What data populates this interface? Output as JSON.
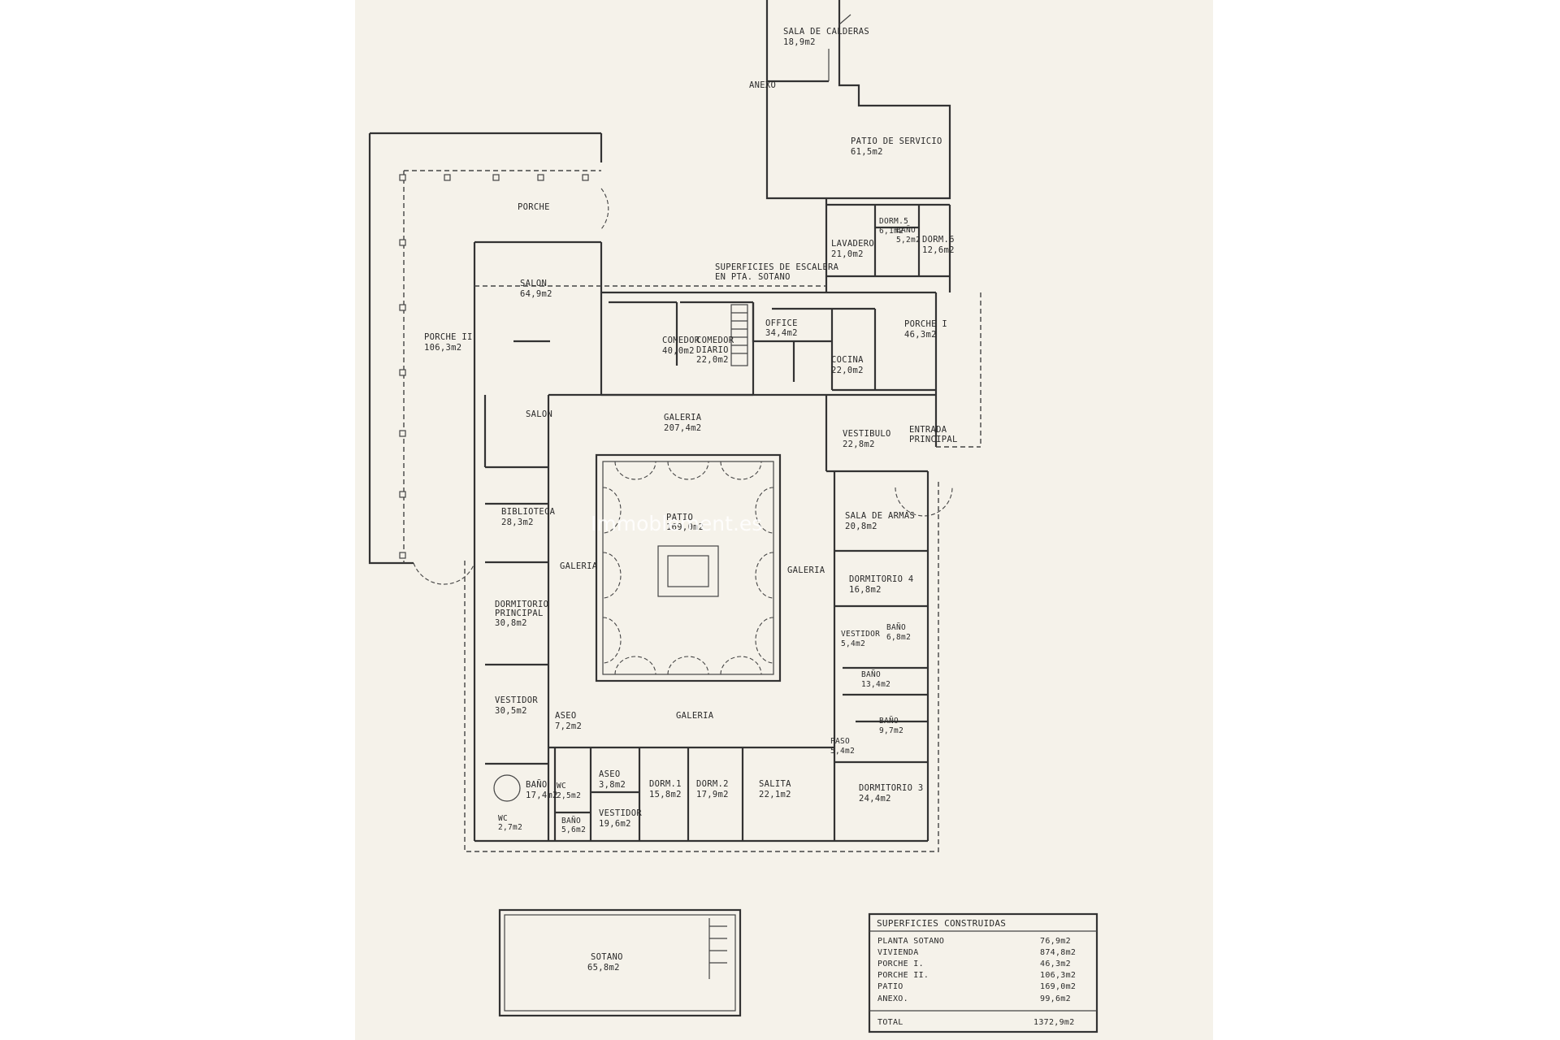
{
  "rooms": {
    "sala_calderas": {
      "name": "SALA DE CALDERAS",
      "area": "18,9m2"
    },
    "anexo": {
      "name": "ANEXO"
    },
    "patio_servicio": {
      "name": "PATIO DE SERVICIO",
      "area": "61,5m2"
    },
    "porche": {
      "name": "PORCHE"
    },
    "porche_ii": {
      "name": "PORCHE II",
      "area": "106,3m2"
    },
    "salon_1": {
      "name": "SALON",
      "area": "64,9m2"
    },
    "salon_2": {
      "name": "SALON"
    },
    "biblioteca": {
      "name": "BIBLIOTECA",
      "area": "28,3m2"
    },
    "dormitorio_principal": {
      "name1": "DORMITORIO",
      "name2": "PRINCIPAL",
      "area": "30,8m2"
    },
    "vestidor_1": {
      "name": "VESTIDOR",
      "area": "30,5m2"
    },
    "bano_1": {
      "name": "BAÑO",
      "area": "17,4m2"
    },
    "wc_1": {
      "name": "WC",
      "area": "2,7m2"
    },
    "wc_2": {
      "name": "WC",
      "area": "2,5m2"
    },
    "aseo_1": {
      "name": "ASEO",
      "area": "7,2m2"
    },
    "bano_2": {
      "name": "BAÑO",
      "area": "5,6m2"
    },
    "aseo_2": {
      "name": "ASEO",
      "area": "3,8m2"
    },
    "vestidor_2": {
      "name": "VESTIDOR",
      "area": "19,6m2"
    },
    "dorm_1": {
      "name": "DORM.1",
      "area": "15,8m2"
    },
    "dorm_2": {
      "name": "DORM.2",
      "area": "17,9m2"
    },
    "salita": {
      "name": "SALITA",
      "area": "22,1m2"
    },
    "comedor": {
      "name": "COMEDOR",
      "area": "40,0m2"
    },
    "comedor_diario": {
      "name1": "COMEDOR",
      "name2": "DIARIO",
      "area": "22,0m2"
    },
    "escalera_note": {
      "line1": "SUPERFICIES DE ESCALERA",
      "line2": "EN PTA. SOTANO"
    },
    "office": {
      "name": "OFFICE",
      "area": "34,4m2"
    },
    "cocina": {
      "name": "COCINA",
      "area": "22,0m2"
    },
    "lavadero": {
      "name": "LAVADERO",
      "area": "21,0m2"
    },
    "dorm_5": {
      "name": "DORM.5",
      "area": "6,1m2"
    },
    "bano_3": {
      "name": "BAÑO",
      "area": "5,2m2"
    },
    "dorm_6": {
      "name": "DORM.6",
      "area": "12,6m2"
    },
    "porche_i": {
      "name": "PORCHE I",
      "area": "46,3m2"
    },
    "vestibulo": {
      "name": "VESTIBULO",
      "area": "22,8m2"
    },
    "entrada": {
      "line1": "ENTRADA",
      "line2": "PRINCIPAL"
    },
    "galeria_top": {
      "name": "GALERIA",
      "area": "207,4m2"
    },
    "galeria_left": {
      "name": "GALERIA"
    },
    "galeria_right": {
      "name": "GALERIA"
    },
    "galeria_bottom": {
      "name": "GALERIA"
    },
    "patio": {
      "name": "PATIO",
      "area": "169,0m2"
    },
    "sala_armas": {
      "name": "SALA DE ARMAS",
      "area": "20,8m2"
    },
    "dormitorio_4": {
      "name": "DORMITORIO 4",
      "area": "16,8m2"
    },
    "vestidor_3": {
      "name": "VESTIDOR",
      "area": "5,4m2"
    },
    "bano_4": {
      "name": "BAÑO",
      "area": "6,8m2"
    },
    "bano_5": {
      "name": "BAÑO",
      "area": "13,4m2"
    },
    "bano_6": {
      "name": "BAÑO",
      "area": "9,7m2"
    },
    "paso": {
      "name": "PASO",
      "area": "5,4m2"
    },
    "dormitorio_3": {
      "name": "DORMITORIO 3",
      "area": "24,4m2"
    },
    "sotano": {
      "name": "SOTANO",
      "area": "65,8m2"
    }
  },
  "summary_table": {
    "title": "SUPERFICIES  CONSTRUIDAS",
    "rows": [
      {
        "label": "PLANTA SOTANO",
        "value": "76,9m2"
      },
      {
        "label": "VIVIENDA",
        "value": "874,8m2"
      },
      {
        "label": "PORCHE I.",
        "value": "46,3m2"
      },
      {
        "label": "PORCHE II.",
        "value": "106,3m2"
      },
      {
        "label": "PATIO",
        "value": "169,0m2"
      },
      {
        "label": "ANEXO.",
        "value": "99,6m2"
      }
    ],
    "total_label": "TOTAL",
    "total_value": "1372,9m2"
  },
  "watermark": "Immoblement.es"
}
